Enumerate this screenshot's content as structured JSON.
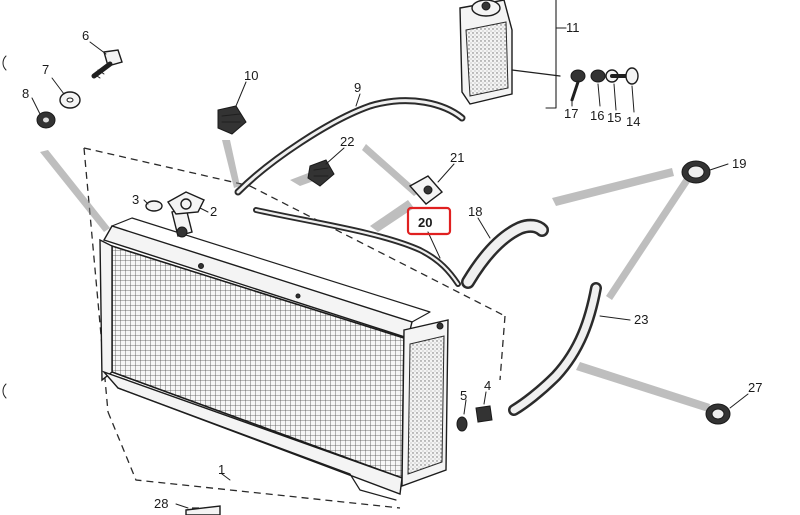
{
  "callouts": {
    "n1": "1",
    "n2": "2",
    "n3": "3",
    "n4": "4",
    "n5": "5",
    "n6": "6",
    "n7": "7",
    "n8": "8",
    "n9": "9",
    "n10": "10",
    "n11": "11",
    "n14": "14",
    "n15": "15",
    "n16": "16",
    "n17": "17",
    "n18": "18",
    "n19": "19",
    "n20": "20",
    "n21": "21",
    "n22": "22",
    "n23": "23",
    "n27": "27",
    "n28": "28"
  },
  "highlight": {
    "target": "20",
    "color": "#e02020"
  }
}
